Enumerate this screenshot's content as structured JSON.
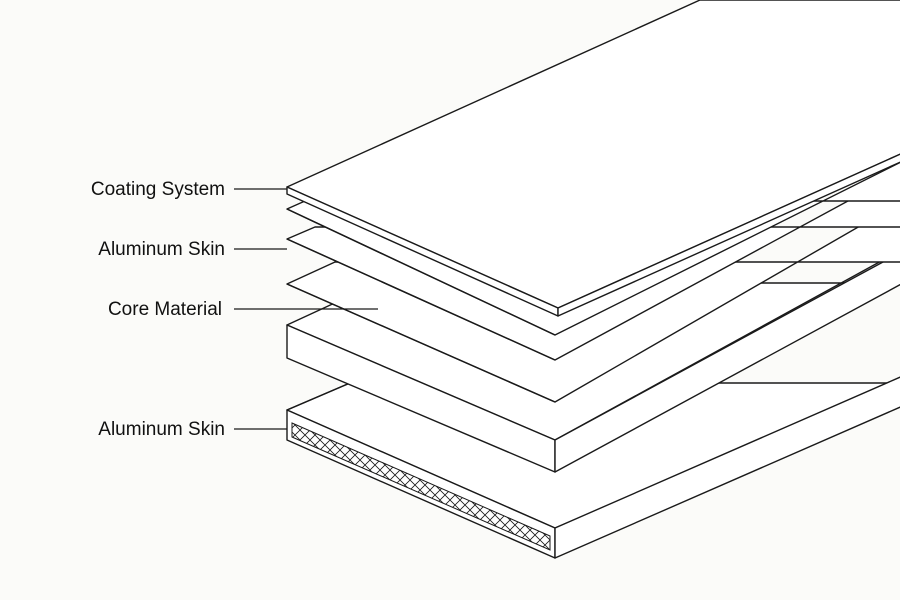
{
  "labels": [
    {
      "text": "Coating System"
    },
    {
      "text": "Aluminum Skin"
    },
    {
      "text": "Core Material"
    },
    {
      "text": "Aluminum Skin"
    }
  ],
  "colors": {
    "background": "#fbfbf9",
    "line": "#1a1a1a",
    "fill": "#ffffff"
  }
}
